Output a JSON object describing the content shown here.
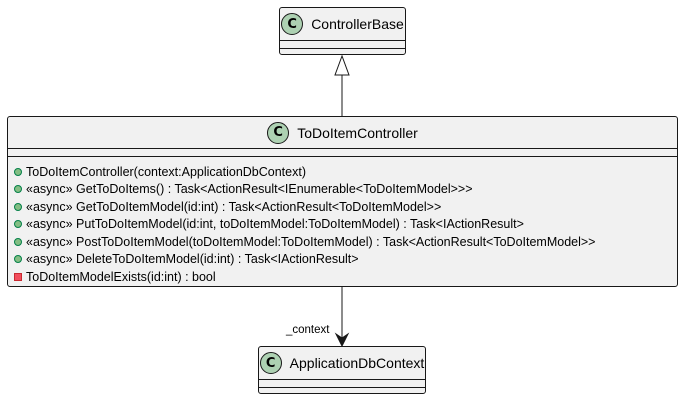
{
  "classes": {
    "base": {
      "badge": "C",
      "name": "ControllerBase"
    },
    "controller": {
      "badge": "C",
      "name": "ToDoItemController",
      "methods": [
        {
          "visibility": "public",
          "text": "ToDoItemController(context:ApplicationDbContext)"
        },
        {
          "visibility": "public",
          "text": "«async» GetToDoItems() : Task<ActionResult<IEnumerable<ToDoItemModel>>>"
        },
        {
          "visibility": "public",
          "text": "«async» GetToDoItemModel(id:int) : Task<ActionResult<ToDoItemModel>>"
        },
        {
          "visibility": "public",
          "text": "«async» PutToDoItemModel(id:int, toDoItemModel:ToDoItemModel) : Task<IActionResult>"
        },
        {
          "visibility": "public",
          "text": "«async» PostToDoItemModel(toDoItemModel:ToDoItemModel) : Task<ActionResult<ToDoItemModel>>"
        },
        {
          "visibility": "public",
          "text": "«async» DeleteToDoItemModel(id:int) : Task<IActionResult>"
        },
        {
          "visibility": "private",
          "text": "ToDoItemModelExists(id:int) : bool"
        }
      ]
    },
    "context": {
      "badge": "C",
      "name": "ApplicationDbContext"
    }
  },
  "relations": {
    "association_label": "_context"
  },
  "colors": {
    "class_fill": "#f1f1f1",
    "border": "#181818",
    "badge_fill": "#add1b2",
    "public_marker": "#84be84",
    "private_marker": "#f24d5c"
  }
}
